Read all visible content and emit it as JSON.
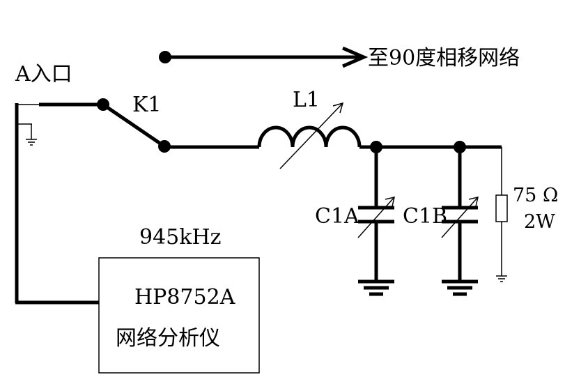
{
  "labels": {
    "port_a": "A入口",
    "to_phase_network": "至90度相移网络",
    "switch": "K1",
    "inductor": "L1",
    "cap_a": "C1A",
    "cap_b": "C1B",
    "resistor_value": "75 Ω",
    "resistor_power": "2W",
    "frequency": "945kHz",
    "instrument_model": "HP8752A",
    "instrument_name": "网络分析仪"
  },
  "colors": {
    "line": "#000000",
    "background": "#ffffff"
  }
}
